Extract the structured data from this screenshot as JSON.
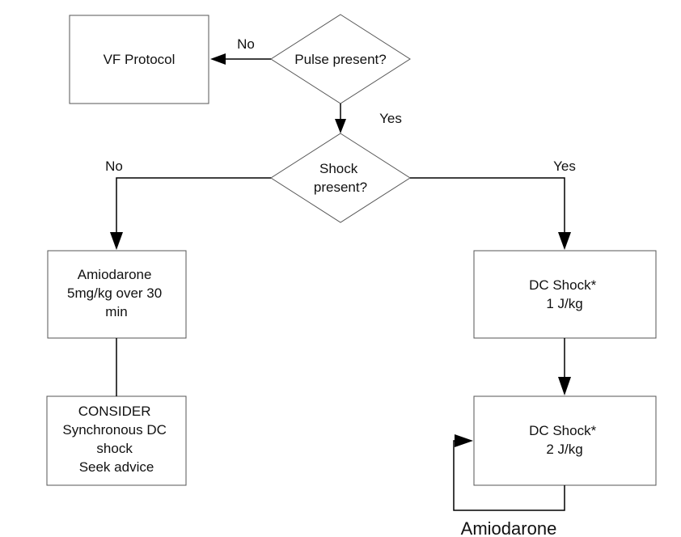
{
  "nodes": {
    "vf_protocol": {
      "lines": [
        "VF Protocol"
      ]
    },
    "pulse_present": {
      "lines": [
        "Pulse present?"
      ]
    },
    "shock_present": {
      "lines": [
        "Shock",
        "present?"
      ]
    },
    "amiodarone_infusion": {
      "lines": [
        "Amiodarone",
        "5mg/kg over 30",
        "min"
      ]
    },
    "consider_sync": {
      "lines": [
        "CONSIDER",
        "Synchronous DC",
        "shock",
        "Seek advice"
      ]
    },
    "dc_shock_1": {
      "lines": [
        "DC Shock*",
        "1 J/kg"
      ]
    },
    "dc_shock_2": {
      "lines": [
        "DC Shock*",
        "2 J/kg"
      ]
    }
  },
  "edges": {
    "pulse_no": "No",
    "pulse_yes": "Yes",
    "shock_no": "No",
    "shock_yes": "Yes",
    "loop_label": "Amiodarone"
  },
  "colors": {
    "box_border": "#555555",
    "line": "#000000",
    "text": "#111111",
    "background": "#ffffff"
  }
}
